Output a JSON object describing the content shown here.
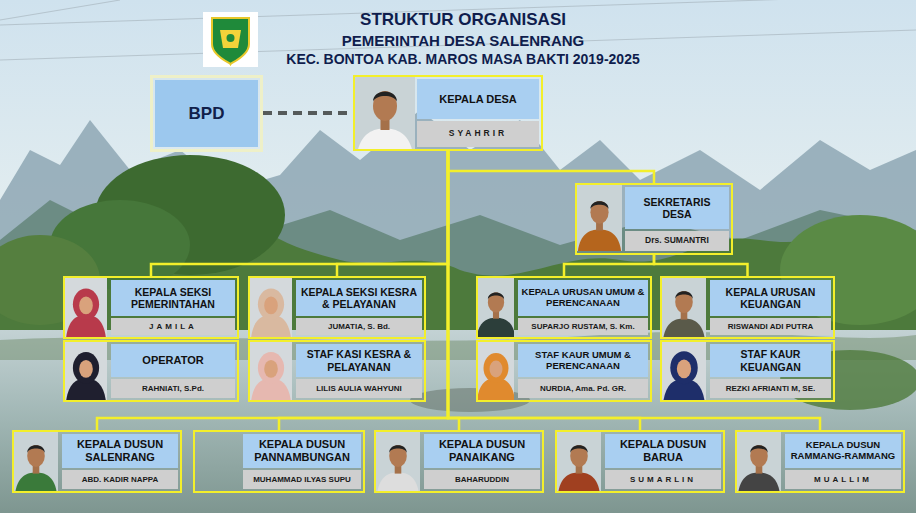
{
  "diagram": {
    "title": "STRUKTUR ORGANISASI",
    "nodes": [
      {
        "text": [
          "BPD"
        ]
      },
      {
        "text": [
          "KEPALA DESA",
          "SYAHRIR"
        ]
      },
      {
        "text": [
          "SEKRETARIS DESA",
          "Drs. SUMANTRI"
        ]
      },
      {
        "text": [
          "KEPALA SEKSI PEMERINTAHAN",
          "JAMILA"
        ]
      },
      {
        "text": [
          "KEPALA SEKSI KESRA & PELAYANAN",
          "JUMATIA, S. Bd."
        ]
      },
      {
        "text": [
          "KEPALA URUSAN UMUM & PERENCANAAN",
          "SUPARJO RUSTAM, S. Km."
        ]
      },
      {
        "text": [
          "KEPALA URUSAN KEUANGAN",
          "RISWANDI ADI PUTRA"
        ]
      },
      {
        "text": [
          "OPERATOR",
          "RAHNIATI, S.Pd."
        ]
      },
      {
        "text": [
          "STAF KASI KESRA & PELAYANAN",
          "LILIS AULIA WAHYUNI"
        ]
      },
      {
        "text": [
          "STAF KAUR UMUM & PERENCANAAN",
          "NURDIA, Ama. Pd. GR."
        ]
      },
      {
        "text": [
          "STAF KAUR KEUANGAN",
          "REZKI AFRIANTI M, SE."
        ]
      },
      {
        "text": [
          "KEPALA DUSUN SALENRANG",
          "ABD. KADIR NAPPA"
        ]
      },
      {
        "text": [
          "KEPALA DUSUN PANNAMBUNGAN",
          "MUHAMMAD ILYAS SUPU"
        ]
      },
      {
        "text": [
          "KEPALA DUSUN PANAIKANG",
          "BAHARUDDIN"
        ]
      },
      {
        "text": [
          "KEPALA DUSUN BARUA",
          "SUMARLIN"
        ]
      },
      {
        "text": [
          "KEPALA DUSUN RAMMANG-RAMMANG",
          "MUALLIM"
        ]
      }
    ],
    "edges": [
      {
        "from": 0,
        "to": 1,
        "arrow": "none"
      },
      {
        "from": 1,
        "to": 2,
        "arrow": "none"
      },
      {
        "from": 1,
        "to": 3,
        "arrow": "none"
      },
      {
        "from": 1,
        "to": 4,
        "arrow": "none"
      },
      {
        "from": 2,
        "to": 5,
        "arrow": "none"
      },
      {
        "from": 2,
        "to": 6,
        "arrow": "none"
      },
      {
        "from": 1,
        "to": 11,
        "arrow": "none"
      },
      {
        "from": 1,
        "to": 12,
        "arrow": "none"
      },
      {
        "from": 1,
        "to": 13,
        "arrow": "none"
      },
      {
        "from": 1,
        "to": 14,
        "arrow": "none"
      },
      {
        "from": 1,
        "to": 15,
        "arrow": "none"
      }
    ],
    "labels": [
      "PEMERINTAH DESA SALENRANG",
      "KEC. BONTOA KAB. MAROS MASA BAKTI 2019-2025"
    ]
  }
}
